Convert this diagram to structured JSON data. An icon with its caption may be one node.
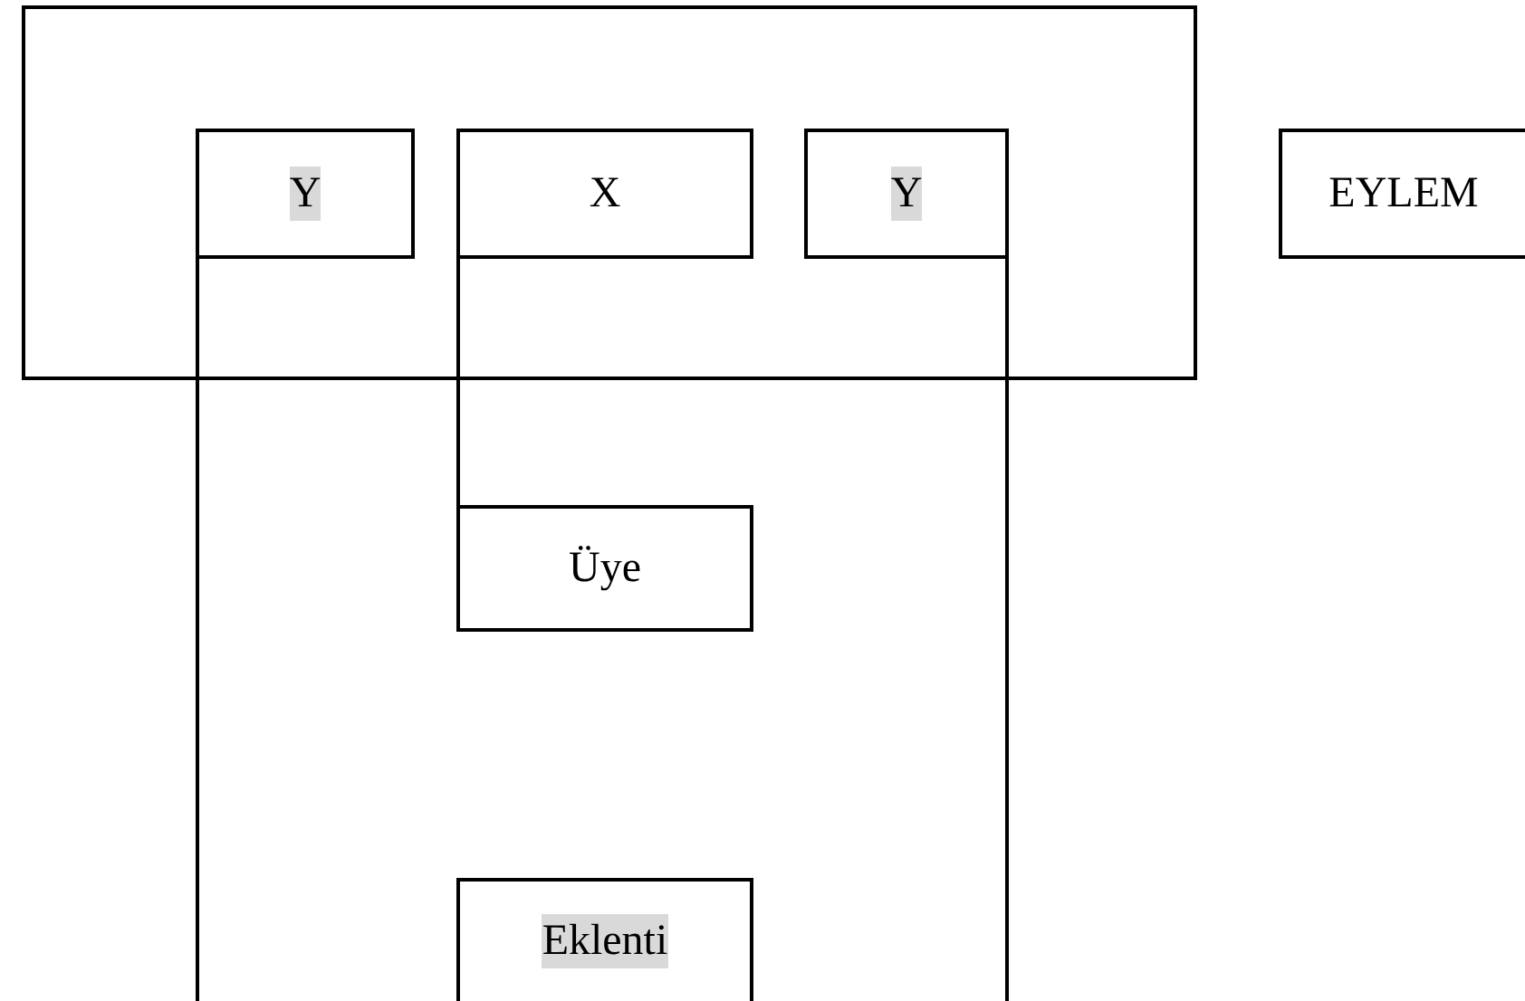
{
  "diagram": {
    "nodes": [
      {
        "text": [],
        "shape": "box"
      },
      {
        "text": [
          "Y"
        ],
        "in": 0
      },
      {
        "text": [
          "X"
        ],
        "in": 0
      },
      {
        "text": [
          "Y"
        ],
        "in": 0
      },
      {
        "text": [
          "EYLEM"
        ]
      },
      {
        "text": [
          "Üye"
        ]
      },
      {
        "text": [
          "Eklenti"
        ]
      }
    ],
    "edges": [
      {
        "from": 1,
        "to": null,
        "arrow": "none"
      },
      {
        "from": 2,
        "to": 5,
        "arrow": "none"
      },
      {
        "from": 3,
        "to": null,
        "arrow": "none"
      }
    ]
  }
}
